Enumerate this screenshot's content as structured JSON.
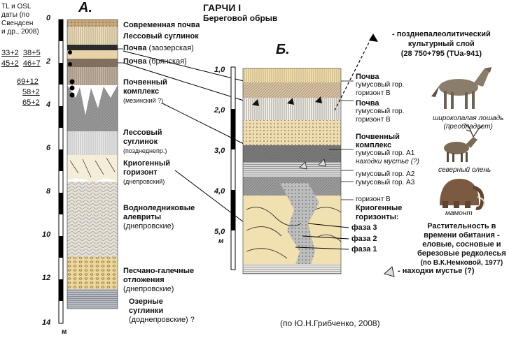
{
  "header_left": {
    "line1": "TL и OSL",
    "line2": "даты (по",
    "line3": "Свендсен",
    "line4": "и др., 2008)"
  },
  "section_a_label": "А.",
  "section_b_label": "Б.",
  "title": {
    "line1": "ГАРЧИ I",
    "line2": "Береговой обрыв"
  },
  "depth_a": [
    "0",
    "2",
    "4",
    "6",
    "8",
    "10",
    "12",
    "14",
    "м"
  ],
  "depth_b": [
    "1,0",
    "2,0",
    "3,0",
    "4,0",
    "5,0",
    "м"
  ],
  "dates": [
    {
      "left": "33+2",
      "right": "38+5"
    },
    {
      "left": "45+2",
      "right": "46+7"
    },
    {
      "right": "69+12"
    },
    {
      "right": "58+2"
    },
    {
      "right": "65+2"
    }
  ],
  "layers_a": [
    {
      "bold": "Современная почва"
    },
    {
      "bold": "Лессовый суглинок"
    },
    {
      "bold": "Почва",
      "normal": "(заозерская)"
    },
    {
      "bold": "Почва",
      "normal": "(брянская)"
    },
    {
      "bold": "Почвенный",
      "bold2": "комплекс",
      "normal": "(мезинский ?)"
    },
    {
      "bold": "Лессовый",
      "bold2": "суглинок",
      "normal": "(позднеднепр.)"
    },
    {
      "bold": "Криогенный",
      "bold2": "горизонт",
      "normal": "(днепровский)"
    },
    {
      "bold": "Водноледниковые",
      "bold2": "алевриты",
      "normal": "(днепровские)"
    },
    {
      "bold": "Песчано-галечные",
      "bold2": "отложения",
      "normal": "(днепровские)"
    },
    {
      "bold": "Озерные",
      "bold2": "суглинки",
      "normal": "(доднепровские) ?"
    }
  ],
  "cultural_layer": {
    "line1": "- позднепалеолитический",
    "line2": "культурный слой",
    "line3": "(28 750+795 (TUa-941)"
  },
  "layers_b": [
    {
      "bold": "Почва",
      "l2": "гумусовый гор.",
      "l3": "горизонт В"
    },
    {
      "bold": "Почва",
      "l2": "гумусовый гор.",
      "l3": "горизонт В"
    },
    {
      "bold": "Почвенный",
      "bold2": "комплекс",
      "l2": "гумусовый гор. А1",
      "l3": "находки мустье (?)"
    },
    {
      "l2": "гумусовый гор. А2",
      "l3": "гумусовый гор. А3"
    },
    {
      "l3": "горизонт В"
    }
  ],
  "cryo": {
    "title1": "Криогенные",
    "title2": "горизонты:",
    "f3": "фаза 3",
    "f2": "фаза 2",
    "f1": "фаза 1"
  },
  "animals": {
    "horse": "широкопалая лошадь",
    "horse_note": "(преобладает)",
    "deer": "северный олень",
    "mammoth": "мамонт"
  },
  "vegetation": {
    "l1": "Растительность в",
    "l2": "времени обитания -",
    "l3": "еловые, сосновые и",
    "l4": "березовые редколесья",
    "l5": "(по В.К.Немковой, 1977)"
  },
  "mousterian_legend": "- находки мустье (?)",
  "source": "(по Ю.Н.Грибченко, 2008)"
}
